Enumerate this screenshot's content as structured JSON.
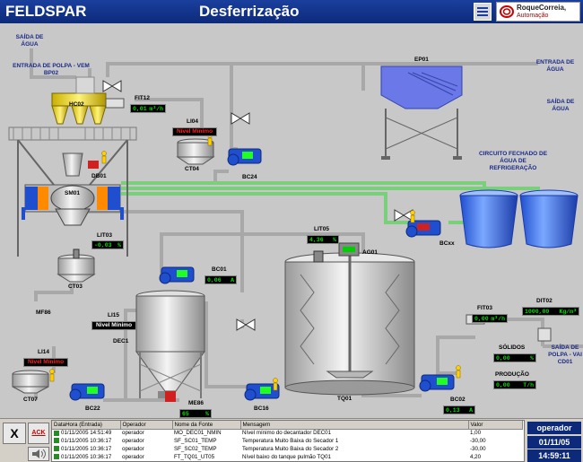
{
  "header": {
    "app_name": "FELDSPAR",
    "screen_title": "Desferrização",
    "logo_line1": "RoqueCorreia,",
    "logo_line2": "Automação"
  },
  "labels": {
    "saida_agua_top": "SAÍDA DE\nÁGUA",
    "entrada_polpa": "ENTRADA DE POLPA - VEM\nBP02",
    "entrada_agua": "ENTRADA DE\nÁGUA",
    "saida_agua_right": "SAÍDA DE\nÁGUA",
    "circuito": "CIRCUITO FECHADO DE\nÁGUA DE\nREFRIGERAÇÃO",
    "saida_polpa": "SAÍDA DE\nPOLPA - VAI\nCD01"
  },
  "tags": {
    "ep01": "EP01",
    "hc02": "HC02",
    "fit12": "FIT12",
    "lit04": "LI04",
    "ct04": "CT04",
    "bc24": "BC24",
    "db01": "DB01",
    "sm01": "SM01",
    "lit03": "LIT03",
    "ct03": "CT03",
    "bc01": "BC01",
    "lit05": "LIT05",
    "ag01": "AG01",
    "bcxx": "BCxx",
    "mf86": "MF86",
    "li15": "LI15",
    "dec1": "DEC1",
    "li14": "LI14",
    "ct07": "CT07",
    "bc22": "BC22",
    "me86": "ME86",
    "bc16": "BC16",
    "tq01": "TQ01",
    "fit03": "FIT03",
    "dit02": "DIT02",
    "solidos": "SÓLIDOS",
    "producao": "PRODUÇÃO",
    "bc02": "BC02"
  },
  "readouts": {
    "fit12_val": "0,01",
    "fit12_unit": "m³/h",
    "lit03_val": "-0,03",
    "lit03_unit": "%",
    "bc01_val": "0,06",
    "bc01_unit": "A",
    "lit05_val": "4,36",
    "lit05_unit": "%",
    "me86_val": "65",
    "me86_unit": "%",
    "fit03_val": "0,00",
    "fit03_unit": "m³/h",
    "dit02_val": "1000,00",
    "dit02_unit": "Kg/m³",
    "solidos_val": "0,00",
    "solidos_unit": "%",
    "producao_val": "0,00",
    "producao_unit": "T/h",
    "bc02_val": "0,13",
    "bc02_unit": "A"
  },
  "level_status": {
    "li04": "Nível Mínimo",
    "li15": "Nivel Mínimo",
    "li14": "Nível Mínimo"
  },
  "events": {
    "ack_label": "ACK",
    "close_label": "X",
    "columns": [
      "DataHora (Entrada)",
      "Operador",
      "Nome da Fonte",
      "Mensagem",
      "Valor"
    ],
    "rows": [
      [
        "01/11/2005 14:51:49",
        "operador",
        "MO_DEC01_NMIN",
        "Nível mínimo do decantador DEC01",
        "1,00"
      ],
      [
        "01/11/2005 10:36:17",
        "operador",
        "SF_SC01_TEMP",
        "Temperatura Muito Baixa do Secador 1",
        "-30,00"
      ],
      [
        "01/11/2005 10:36:17",
        "operador",
        "SF_SC02_TEMP",
        "Temperatura Muito Baixa do Secador 2",
        "-30,00"
      ],
      [
        "01/11/2005 10:36:17",
        "operador",
        "FT_TQ01_UT05",
        "Nível baixo do tanque pulmão TQ01",
        "4,20"
      ]
    ]
  },
  "status": {
    "user": "operador",
    "date": "01/11/05",
    "time": "14:59:11"
  },
  "colors": {
    "title_bg": "#0d2a7a",
    "readout_bg": "#000000",
    "readout_fg": "#00e000",
    "alarm_fg": "#ff2020",
    "pipe_grey": "#a8a8a8",
    "pipe_green": "#7ad07a",
    "tank_blue": "#3a6ee0",
    "motor_blue": "#1f4ecf"
  }
}
